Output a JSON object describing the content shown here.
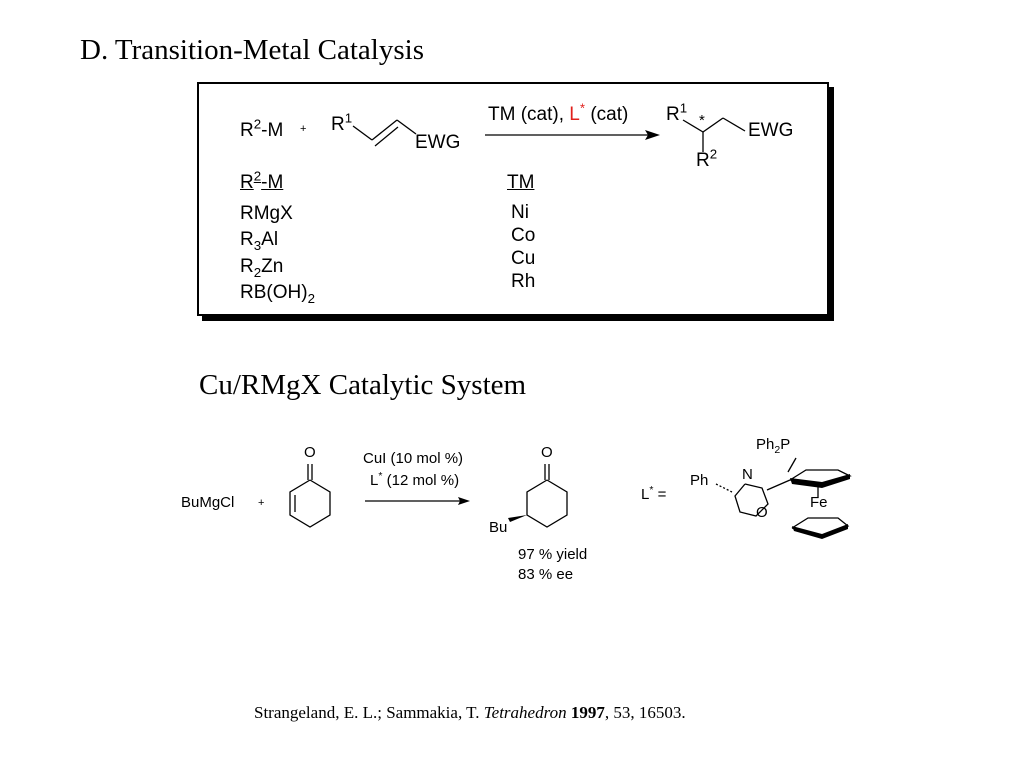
{
  "heading": "D. Transition-Metal Catalysis",
  "scheme": {
    "reagent_r": "R",
    "reagent_r_sup": "2",
    "reagent_m": "-M",
    "plus": "+",
    "substrate_r": "R",
    "substrate_r_sup": "1",
    "substrate_ewg": "EWG",
    "arrow_tm": "TM (cat), ",
    "arrow_l": "L",
    "arrow_star": "*",
    "arrow_cat": " (cat)",
    "product_r1": "R",
    "product_r1_sup": "1",
    "product_star": "*",
    "product_ewg": "EWG",
    "product_r2": "R",
    "product_r2_sup": "2",
    "rm_header_r": "R",
    "rm_header_sup": "2",
    "rm_header_m": "-M",
    "rm_list": [
      {
        "main": "RMgX",
        "sub": "",
        "rest": ""
      },
      {
        "main": "R",
        "sub": "3",
        "rest": "Al"
      },
      {
        "main": "R",
        "sub": "2",
        "rest": "Zn"
      },
      {
        "main": "RB(OH)",
        "sub": "2",
        "rest": ""
      }
    ],
    "tm_header": "TM",
    "tm_list": [
      "Ni",
      "Co",
      "Cu",
      "Rh"
    ]
  },
  "subheading": "Cu/RMgX Catalytic System",
  "example": {
    "reagent": "BuMgCl",
    "plus": "+",
    "ketone_o": "O",
    "conditions_line1": "CuI (10 mol %)",
    "conditions_l": "L",
    "conditions_star": "*",
    "conditions_rest": " (12 mol %)",
    "product_o": "O",
    "product_bu": "Bu",
    "yield": "97 % yield",
    "ee": "83 % ee",
    "ligand_l": "L",
    "ligand_star": "*",
    "ligand_eq": " =",
    "ligand_ph2p": "Ph",
    "ligand_ph2p_sub": "2",
    "ligand_p": "P",
    "ligand_ph": "Ph",
    "ligand_n": "N",
    "ligand_o": "O",
    "ligand_fe": "Fe"
  },
  "citation": {
    "authors": "Strangeland, E. L.; Sammakia, T. ",
    "journal": "Tetrahedron",
    "year": " 1997",
    "details": ", 53, 16503."
  }
}
